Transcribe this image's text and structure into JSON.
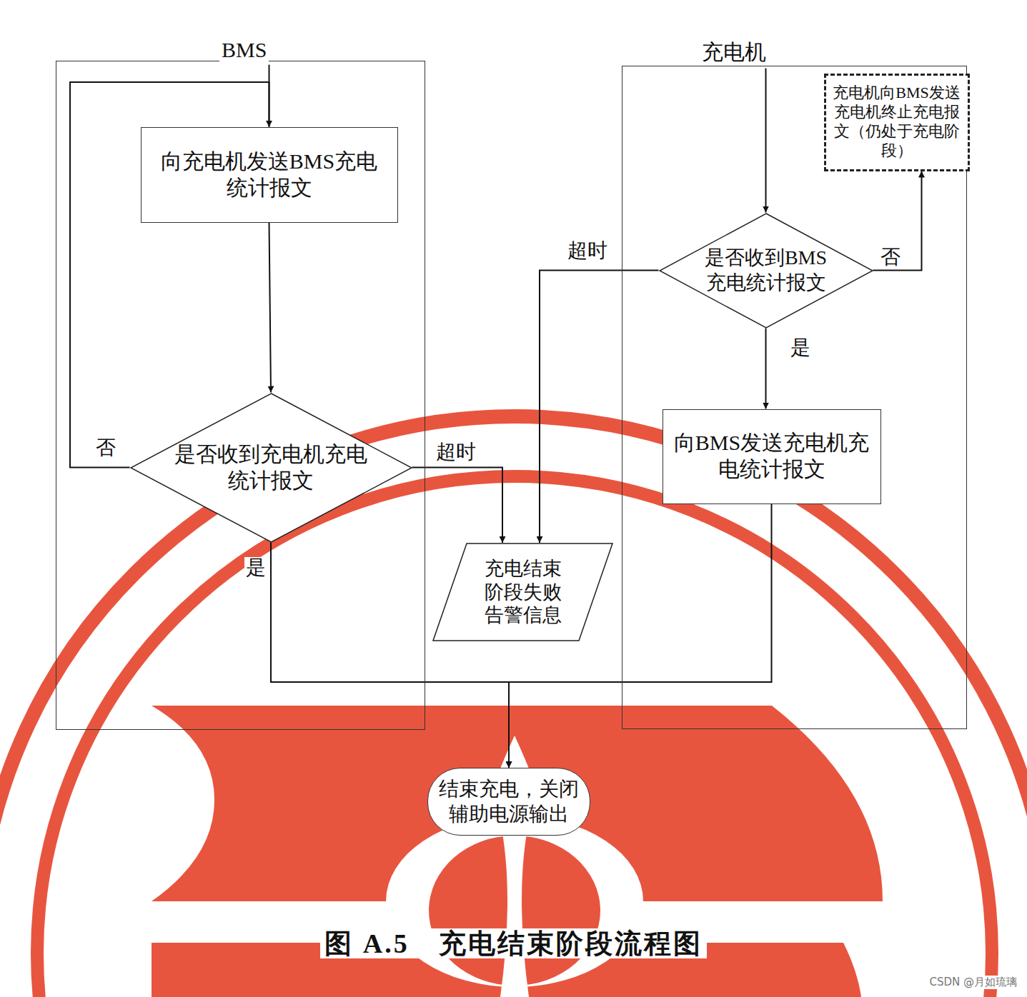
{
  "diagram": {
    "caption": "图 A.5　充电结束阶段流程图",
    "nodes": [
      {
        "text": [
          "BMS"
        ]
      },
      {
        "text": [
          "向充电机发送BMS充电统计报文"
        ],
        "in": 0
      },
      {
        "text": [
          "是否收到充电机充电统计报文"
        ],
        "in": 0
      },
      {
        "text": [
          "充电机"
        ]
      },
      {
        "text": [
          "充电机向BMS发送充电机终止充电报文（仍处于充电阶段）"
        ],
        "in": 3
      },
      {
        "text": [
          "是否收到BMS充电统计报文"
        ],
        "in": 3
      },
      {
        "text": [
          "向BMS发送充电机充电统计报文"
        ],
        "in": 3
      },
      {
        "text": [
          "充电结束阶段失败告警信息"
        ]
      },
      {
        "text": [
          "结束充电，关闭辅助电源输出"
        ]
      }
    ],
    "edges": [
      {
        "from": 0,
        "to": 1,
        "arrow": "to"
      },
      {
        "from": 1,
        "to": 2,
        "arrow": "to"
      },
      {
        "from": 2,
        "to": 1,
        "label": "否",
        "arrow": "to"
      },
      {
        "from": 2,
        "to": 7,
        "label": "超时",
        "arrow": "to"
      },
      {
        "from": 2,
        "to": 8,
        "label": "是",
        "arrow": "to"
      },
      {
        "from": 3,
        "to": 5,
        "arrow": "to"
      },
      {
        "from": 5,
        "to": 4,
        "label": "否",
        "arrow": "to"
      },
      {
        "from": 5,
        "to": 7,
        "label": "超时",
        "arrow": "to"
      },
      {
        "from": 5,
        "to": 6,
        "label": "是",
        "arrow": "to"
      },
      {
        "from": 6,
        "to": 8,
        "arrow": "to"
      }
    ],
    "labels": [
      "CSDN @月如琉璃"
    ]
  }
}
